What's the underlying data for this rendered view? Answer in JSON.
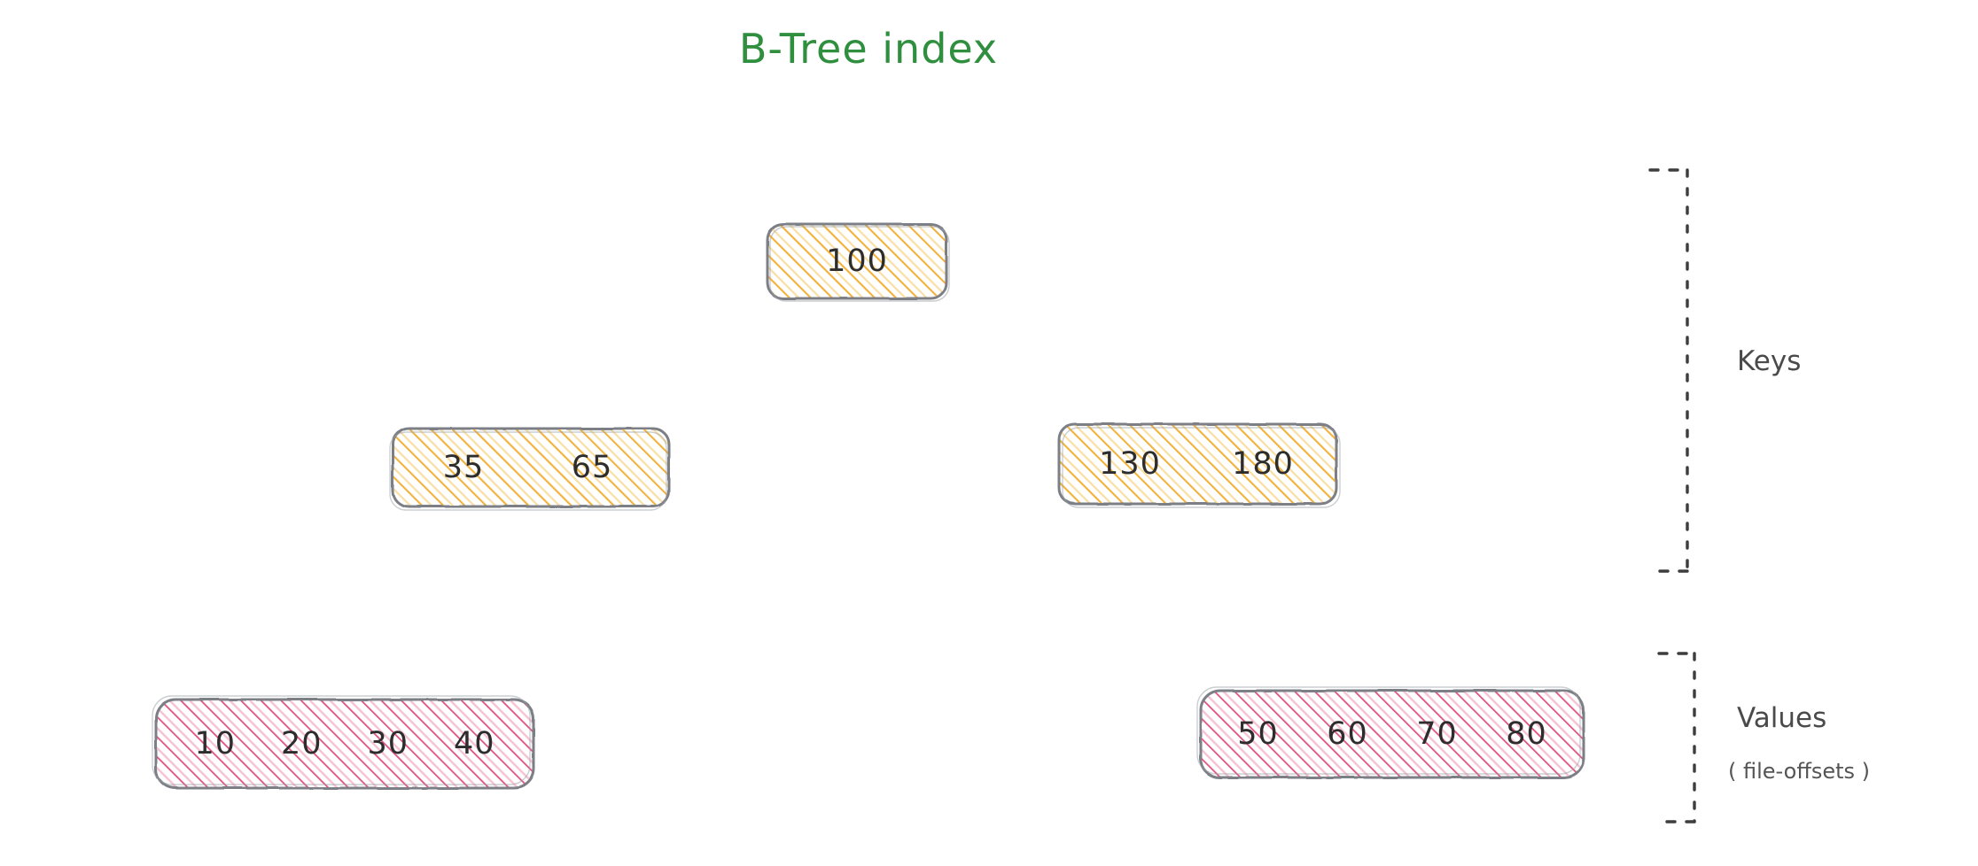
{
  "title": "B-Tree index",
  "colors": {
    "title": "#2f8f3e",
    "key_hatch": "#f2b23c",
    "key_hatch_light": "#f8d98a",
    "value_hatch": "#e0527f",
    "value_hatch_light": "#f3b7cb",
    "node_border": "#7b7f86",
    "text": "#2d2d2d",
    "annotation": "#4a4a4a",
    "background": "#ffffff"
  },
  "tree": {
    "root": {
      "id": "root-node",
      "kind": "key-node",
      "keys": [
        "100"
      ]
    },
    "internal": [
      {
        "id": "internal-node-left",
        "kind": "key-node",
        "keys": [
          "35",
          "65"
        ]
      },
      {
        "id": "internal-node-right",
        "kind": "key-node",
        "keys": [
          "130",
          "180"
        ]
      }
    ],
    "leaves": [
      {
        "id": "leaf-node-left",
        "kind": "value-node",
        "values": [
          "10",
          "20",
          "30",
          "40"
        ]
      },
      {
        "id": "leaf-node-right",
        "kind": "value-node",
        "values": [
          "50",
          "60",
          "70",
          "80"
        ]
      }
    ]
  },
  "annotations": {
    "keys": {
      "label": "Keys",
      "bracket": "dashed-right-bracket"
    },
    "values": {
      "label": "Values",
      "sublabel": "( file-offsets )",
      "bracket": "dashed-right-bracket"
    }
  }
}
